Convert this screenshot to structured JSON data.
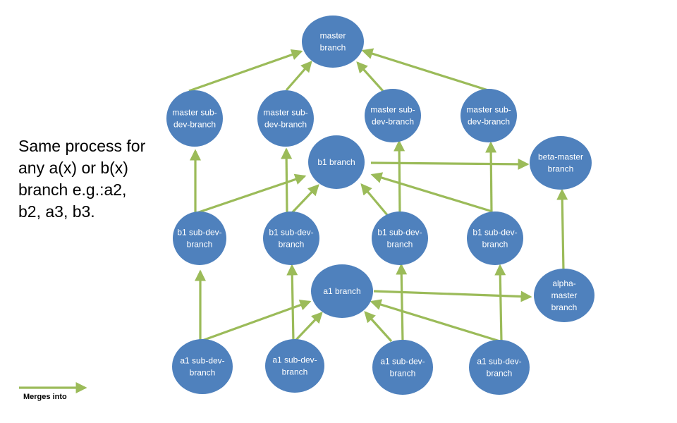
{
  "note": {
    "lines": [
      "Same process for",
      "any a(x) or b(x)",
      "branch e.g.:a2,",
      "b2, a3, b3."
    ]
  },
  "legend": {
    "label": "Merges into"
  },
  "colors": {
    "node_fill": "#4f81bd",
    "node_text": "#ffffff",
    "arrow": "#9bbb59"
  },
  "nodes": {
    "master": {
      "lines": [
        "master",
        "branch"
      ]
    },
    "msd1": {
      "lines": [
        "master  sub-",
        "dev-branch"
      ]
    },
    "msd2": {
      "lines": [
        "master sub-",
        "dev-branch"
      ]
    },
    "msd3": {
      "lines": [
        "master sub-",
        "dev-branch"
      ]
    },
    "msd4": {
      "lines": [
        "master sub-",
        "dev-branch"
      ]
    },
    "b1": {
      "lines": [
        "b1 branch"
      ]
    },
    "beta": {
      "lines": [
        "beta-master",
        "branch"
      ]
    },
    "b1sd1": {
      "lines": [
        "b1 sub-dev-",
        "branch"
      ]
    },
    "b1sd2": {
      "lines": [
        "b1 sub-dev-",
        "branch"
      ]
    },
    "b1sd3": {
      "lines": [
        "b1 sub-dev-",
        "branch"
      ]
    },
    "b1sd4": {
      "lines": [
        "b1 sub-dev-",
        "branch"
      ]
    },
    "a1": {
      "lines": [
        "a1 branch"
      ]
    },
    "alpha": {
      "lines": [
        "alpha-",
        "master",
        "branch"
      ]
    },
    "a1sd1": {
      "lines": [
        "a1 sub-dev-",
        "branch"
      ]
    },
    "a1sd2": {
      "lines": [
        "a1 sub-dev-",
        "branch"
      ]
    },
    "a1sd3": {
      "lines": [
        "a1 sub-dev-",
        "branch"
      ]
    },
    "a1sd4": {
      "lines": [
        "a1 sub-dev-",
        "branch"
      ]
    }
  }
}
